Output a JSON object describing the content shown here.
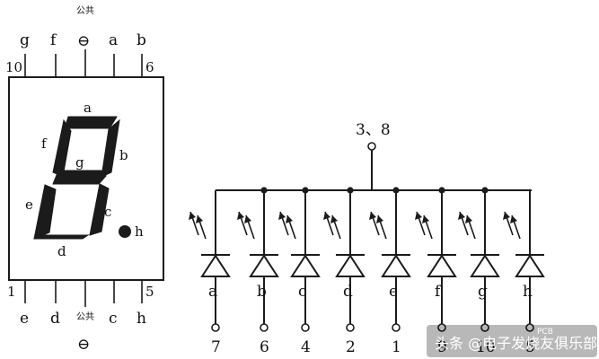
{
  "left_device": {
    "top_pins": [
      "g",
      "f",
      "a",
      "b"
    ],
    "top_common_label": "公共",
    "top_common_symbol": "⊖",
    "top_pin_numbers": [
      "10",
      "6"
    ],
    "segment_labels": {
      "a": "a",
      "b": "b",
      "c": "c",
      "d": "d",
      "e": "e",
      "f": "f",
      "g": "g",
      "h": "h"
    },
    "bottom_pins": [
      "e",
      "d",
      "c",
      "h"
    ],
    "bottom_common_label": "公共",
    "bottom_common_symbol": "⊖",
    "bottom_pin_numbers": [
      "1",
      "5"
    ]
  },
  "right_circuit": {
    "common_label": "3、8",
    "leds": [
      {
        "segment": "a",
        "pin": "7"
      },
      {
        "segment": "b",
        "pin": "6"
      },
      {
        "segment": "c",
        "pin": "4"
      },
      {
        "segment": "d",
        "pin": "2"
      },
      {
        "segment": "e",
        "pin": "1"
      },
      {
        "segment": "f",
        "pin": "9"
      },
      {
        "segment": "g",
        "pin": "10"
      },
      {
        "segment": "h",
        "pin": "5"
      }
    ]
  },
  "watermark": {
    "text": "头条 @电子发烧友俱乐部",
    "small_text": "PCB"
  }
}
